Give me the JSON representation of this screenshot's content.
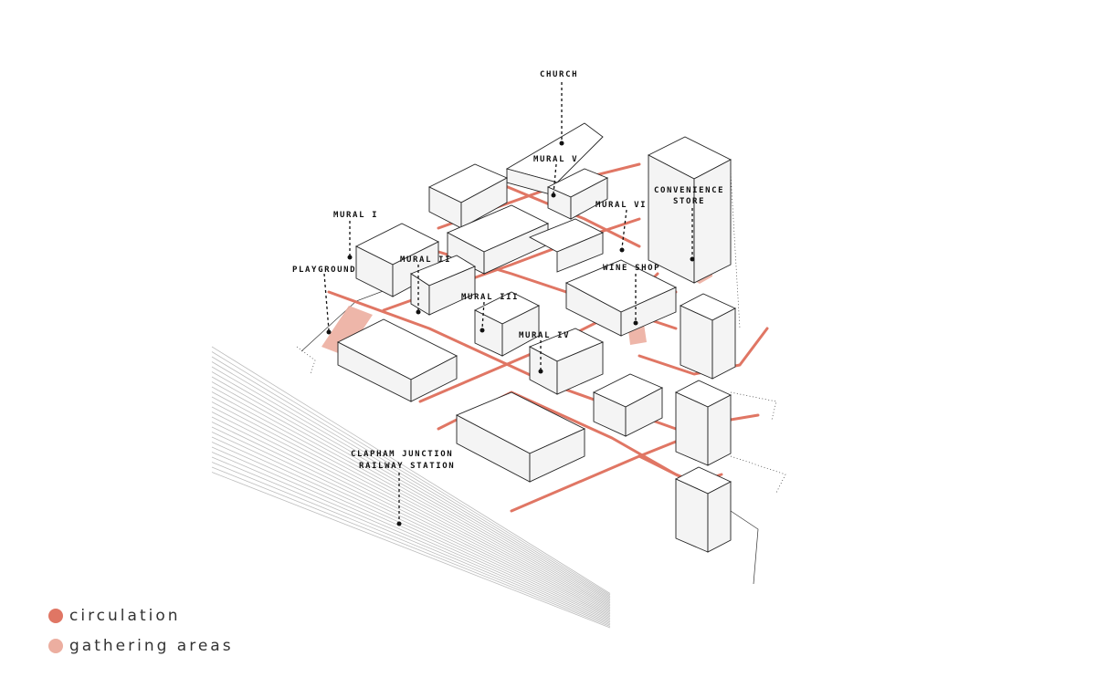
{
  "colors": {
    "circulation": "#e07664",
    "gathering": "#ecaea0",
    "ink": "#222222",
    "rail": "#bdbdbd"
  },
  "labels": {
    "church": "CHURCH",
    "mural_v": "MURAL V",
    "mural_vi": "MURAL VI",
    "convenience_1": "CONVENIENCE",
    "convenience_2": "STORE",
    "mural_1": "MURAL I",
    "mural_2": "MURAL II",
    "playground": "PLAYGROUND",
    "wine_shop": "WINE SHOP",
    "mural_3": "MURAL III",
    "mural_4": "MURAL IV",
    "clapham_1": "CLAPHAM JUNCTION",
    "clapham_2": "RAILWAY STATION"
  },
  "legend": {
    "circulation": "circulation",
    "gathering": "gathering areas"
  }
}
